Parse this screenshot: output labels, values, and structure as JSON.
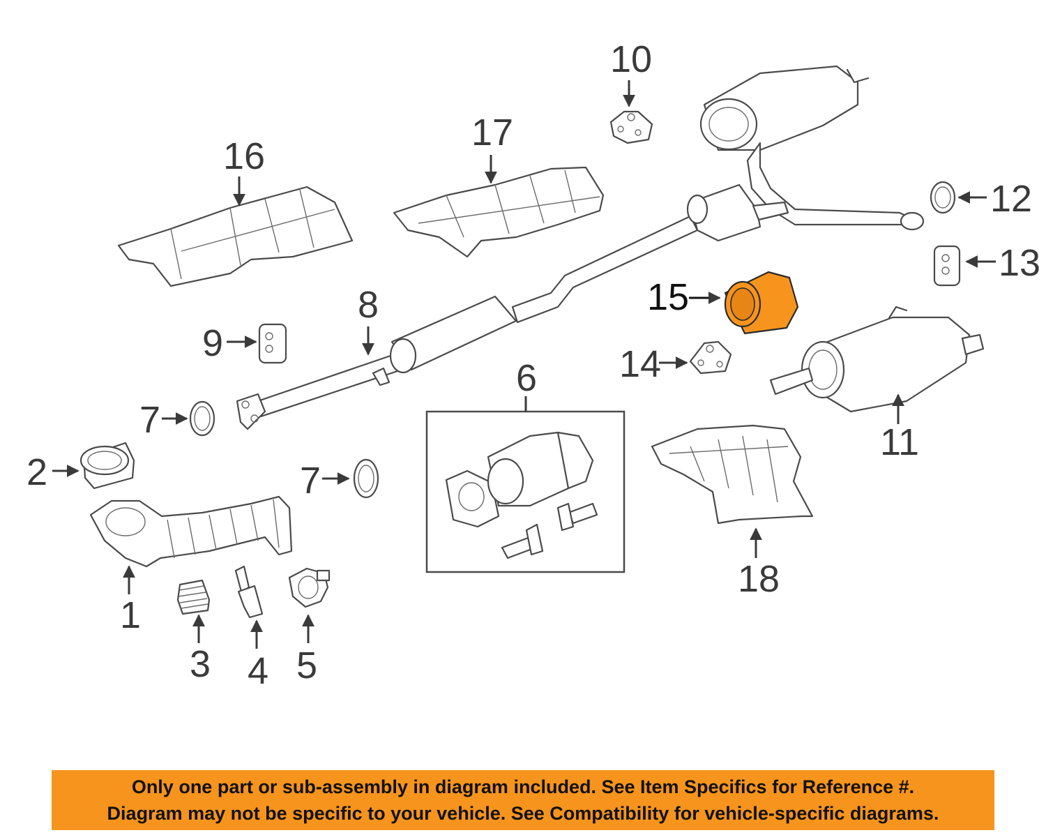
{
  "diagram": {
    "callouts": {
      "c1": "1",
      "c2": "2",
      "c3": "3",
      "c4": "4",
      "c5": "5",
      "c6": "6",
      "c7a": "7",
      "c7b": "7",
      "c8": "8",
      "c9": "9",
      "c10": "10",
      "c11": "11",
      "c12": "12",
      "c13": "13",
      "c14": "14",
      "c15": "15",
      "c16": "16",
      "c17": "17",
      "c18": "18"
    },
    "highlighted_part": "15",
    "highlight_color": "#f7941d"
  },
  "disclaimer": {
    "line1": "Only one part or sub-assembly in diagram included. See Item Specifics for Reference #.",
    "line2": "Diagram may not be specific to your vehicle. See Compatibility for vehicle-specific diagrams.",
    "background": "#f7941d"
  }
}
